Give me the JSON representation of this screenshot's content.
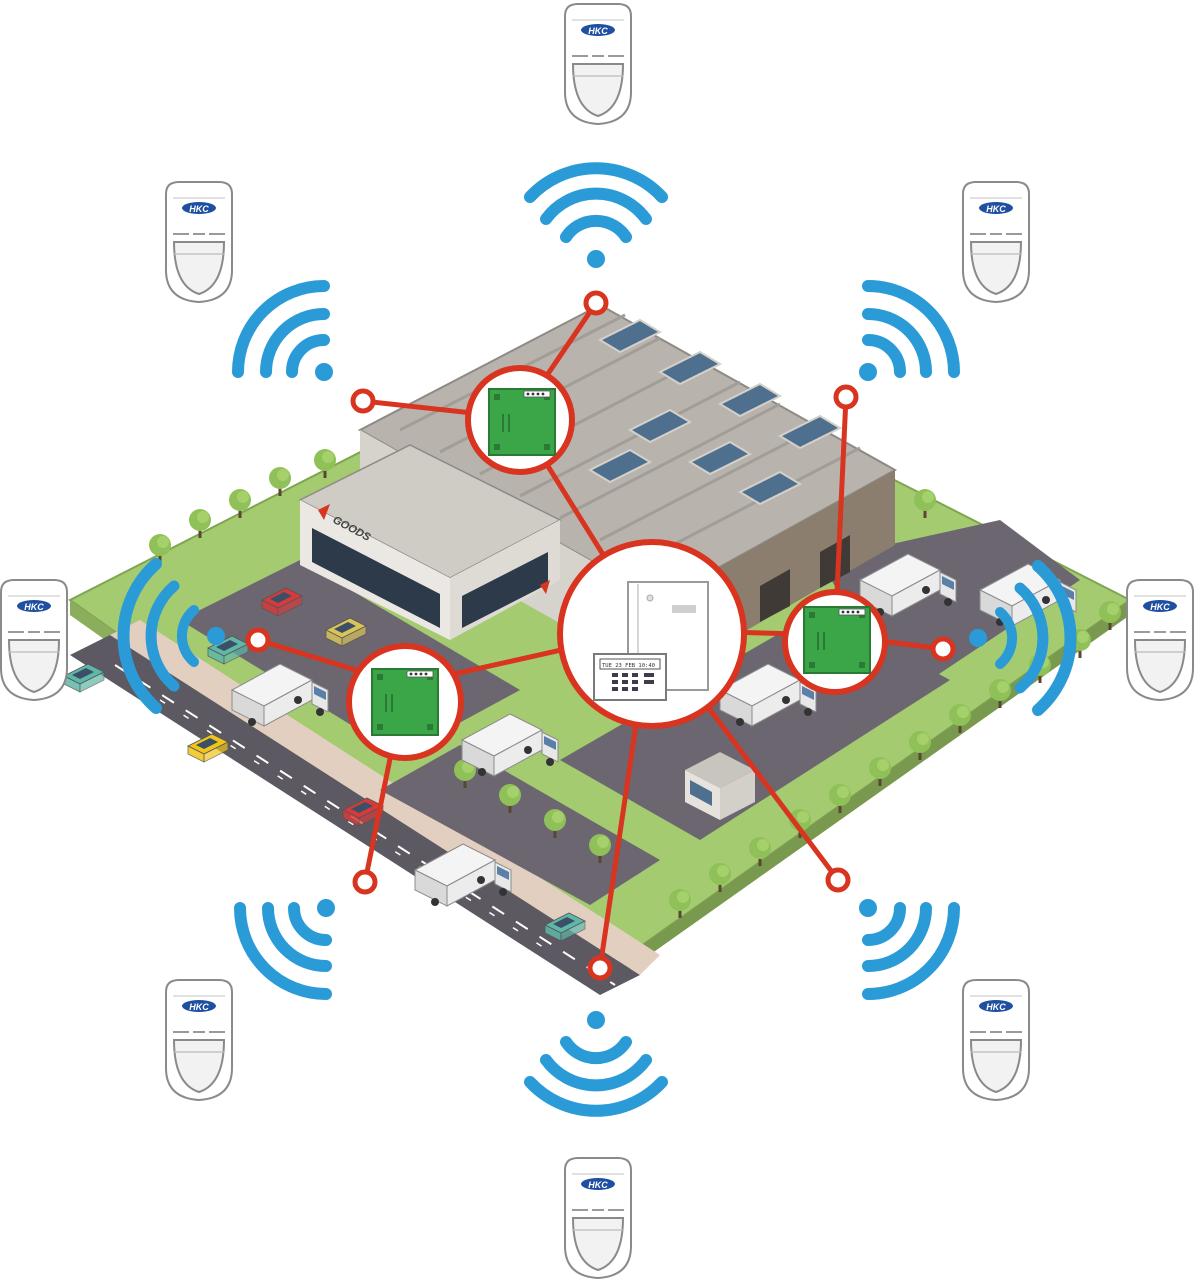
{
  "brand": {
    "detector_logo": "HKC",
    "building_sign": "GOODS"
  },
  "colors": {
    "link": "#d8341f",
    "signal": "#2b9bd8",
    "board": "#3aa648",
    "ground_grass": "#9cc86c",
    "road": "#5d5963",
    "roof": "#b8b3ad"
  },
  "keypad": {
    "screen_text": "TUE 23 FEB 10:40"
  },
  "icons": {
    "detector": "pir-motion-detector-icon",
    "signal": "wifi-signal-icon",
    "board": "expansion-board-icon",
    "panel": "alarm-control-panel-icon"
  }
}
